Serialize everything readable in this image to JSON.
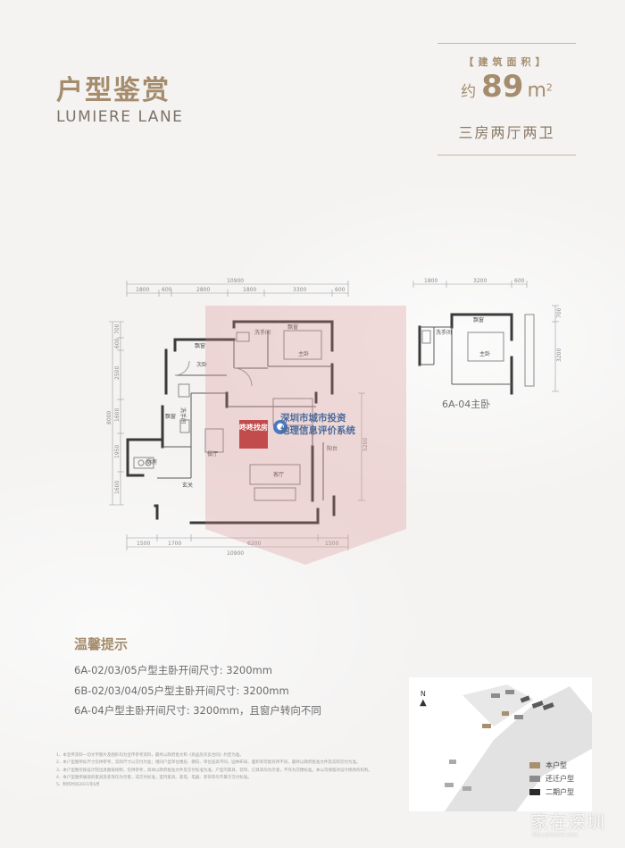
{
  "header": {
    "title_cn": "户型鉴赏",
    "title_en": "LUMIERE LANE"
  },
  "area": {
    "label": "【建筑面积】",
    "prefix": "约",
    "value": "89",
    "unit": "m",
    "unit_sup": "2",
    "rooms": "三房两厅两卫"
  },
  "plan": {
    "main_dims_top": [
      "1800",
      "600",
      "2800",
      "1800",
      "3300",
      "600"
    ],
    "main_total_top": "10900",
    "main_dims_bottom": [
      "1500",
      "1700",
      "6200",
      "1500"
    ],
    "main_total_bottom": "10900",
    "main_dims_left": [
      "700",
      "600",
      "2500",
      "1600",
      "1950",
      "1600"
    ],
    "main_total_left": "8000",
    "main_dims_right": "5200",
    "alt_dims_top": [
      "1800",
      "3200",
      "600"
    ],
    "alt_dims_right": [
      "700",
      "3200"
    ],
    "rooms": {
      "master": "主卧",
      "bay_window_1": "飘窗",
      "bay_window_2": "飘窗",
      "bay_window_3": "飘窗",
      "bay_window_4": "飘窗",
      "second_bedroom": "次卧",
      "bath_1": "洗手间",
      "bath_2": "洗手间",
      "kitchen": "厨房",
      "dining": "餐厅",
      "living": "客厅",
      "entrance": "玄关",
      "balcony": "阳台",
      "alt_master": "主卧",
      "alt_bath": "洗手间"
    },
    "alt_label": "6A-04主卧"
  },
  "watermark": {
    "logo_text": "咚咚找房",
    "line1": "深圳市城市投资",
    "line2": "地理信息评价系统"
  },
  "tips": {
    "title": "温馨提示",
    "items": [
      "6A-02/03/05户型主卧开间尺寸: 3200mm",
      "6B-02/03/04/05户型主卧开间尺寸: 3200mm",
      "6A-04户型主卧开间尺寸: 3200mm，且窗户转向不同"
    ]
  },
  "notes": [
    "1、本宣传资料一切文字图片及图形均为宣传参考资料，最终以政府批文和《商品房买卖合同》约定为准。",
    "2、本户型图所标尺寸仅供参考，实际尺寸以交付为准；相同户型单位楼层、朝向、单位层高不同，园林布局、面积等可能有所不同，最终以政府批准文件及实际交付为准。",
    "3、本户型图仅按设计院出具图纸绘制，仅供参考，具体以政府批准文件及交付标准为准，户型内家具、装饰、灯具等均为示意，不作为交楼标准。本公司保留对设计修改的权利。",
    "4、本户型图所展现的家具及装饰仅为示意，非交付标准，室内家具、家电、电器、装饰等均不属于交付标准。",
    "5、制作时间2021年6月"
  ],
  "map": {
    "north": "N",
    "legend": [
      {
        "label": "本户型",
        "color": "#a8906e"
      },
      {
        "label": "还迁户型",
        "color": "#8c8c8c"
      },
      {
        "label": "二期户型",
        "color": "#2b2b2b"
      }
    ]
  },
  "corner": {
    "brand": "家在深圳",
    "url": "bbs.szhome.com"
  }
}
